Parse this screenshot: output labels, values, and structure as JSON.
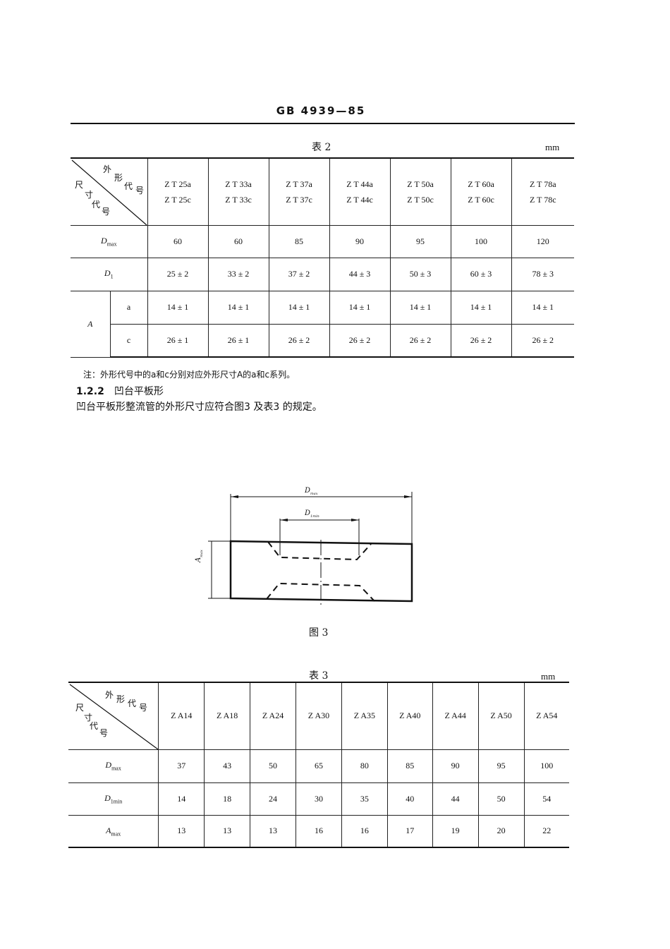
{
  "header": {
    "standard_number": "GB 4939—85"
  },
  "table2": {
    "caption": "表 2",
    "unit": "mm",
    "corner": {
      "top_label": [
        "外",
        "形",
        "代",
        "号"
      ],
      "bottom_label": [
        "尺",
        "寸",
        "代",
        "号"
      ]
    },
    "columns": [
      {
        "line1": "Z T 25a",
        "line2": "Z T 25c"
      },
      {
        "line1": "Z T 33a",
        "line2": "Z T 33c"
      },
      {
        "line1": "Z T 37a",
        "line2": "Z T 37c"
      },
      {
        "line1": "Z T 44a",
        "line2": "Z T 44c"
      },
      {
        "line1": "Z T 50a",
        "line2": "Z T 50c"
      },
      {
        "line1": "Z T 60a",
        "line2": "Z T 60c"
      },
      {
        "line1": "Z T 78a",
        "line2": "Z T 78c"
      }
    ],
    "rows": {
      "dmax": {
        "symbol": "D",
        "subscript": "max",
        "values": [
          "60",
          "60",
          "85",
          "90",
          "95",
          "100",
          "120"
        ]
      },
      "d1": {
        "symbol": "D",
        "subscript": "1",
        "values": [
          "25 ± 2",
          "33 ± 2",
          "37 ± 2",
          "44 ± 3",
          "50 ± 3",
          "60 ± 3",
          "78 ± 3"
        ]
      },
      "a_group": {
        "symbol": "A",
        "a": {
          "label": "a",
          "values": [
            "14 ± 1",
            "14 ± 1",
            "14 ± 1",
            "14 ± 1",
            "14 ± 1",
            "14 ± 1",
            "14 ± 1"
          ]
        },
        "c": {
          "label": "c",
          "values": [
            "26 ± 1",
            "26 ± 1",
            "26 ± 2",
            "26 ± 2",
            "26 ± 2",
            "26 ± 2",
            "26 ± 2"
          ]
        }
      }
    }
  },
  "note": "注：外形代号中的a和c分别对应外形尺寸A的a和c系列。",
  "section": {
    "number": "1.2.2",
    "title": "凹台平板形",
    "body": "凹台平板形整流管的外形尺寸应符合图3 及表3 的规定。"
  },
  "figure3": {
    "caption": "图 3",
    "labels": {
      "dmax": "D",
      "dmax_sub": "max",
      "d1min": "D",
      "d1min_sub": "1min",
      "amax": "A",
      "amax_sub": "max"
    }
  },
  "table3": {
    "caption": "表 3",
    "unit": "mm",
    "corner": {
      "top_label": [
        "外",
        "形",
        "代",
        "号"
      ],
      "bottom_label": [
        "尺",
        "寸",
        "代",
        "号"
      ]
    },
    "columns": [
      "Z A14",
      "Z A18",
      "Z A24",
      "Z A30",
      "Z A35",
      "Z A40",
      "Z A44",
      "Z A50",
      "Z A54"
    ],
    "rows": [
      {
        "symbol": "D",
        "subscript": "max",
        "values": [
          "37",
          "43",
          "50",
          "65",
          "80",
          "85",
          "90",
          "95",
          "100"
        ]
      },
      {
        "symbol": "D",
        "subscript": "1min",
        "values": [
          "14",
          "18",
          "24",
          "30",
          "35",
          "40",
          "44",
          "50",
          "54"
        ]
      },
      {
        "symbol": "A",
        "subscript": "max",
        "values": [
          "13",
          "13",
          "13",
          "16",
          "16",
          "17",
          "19",
          "20",
          "22"
        ]
      }
    ]
  }
}
